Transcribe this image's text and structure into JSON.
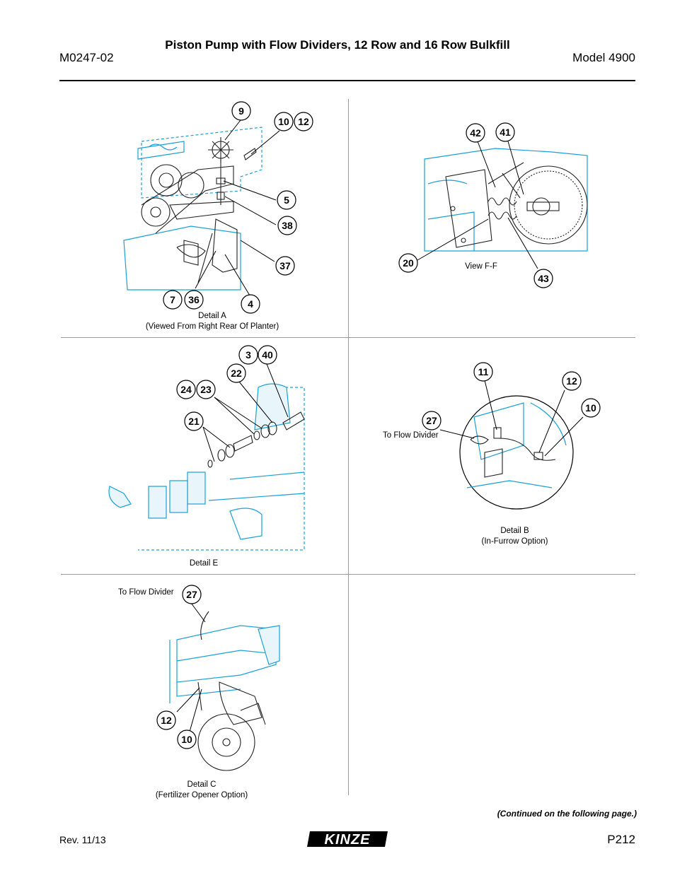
{
  "header": {
    "doc_number": "M0247-02",
    "title": "Piston Pump with Flow Dividers, 12 Row and 16 Row Bulkfill",
    "model": "Model 4900"
  },
  "panels": {
    "detail_a": {
      "caption_line1": "Detail A",
      "caption_line2": "(Viewed From Right Rear Of Planter)",
      "callouts": [
        "9",
        "10",
        "12",
        "5",
        "38",
        "37",
        "7",
        "36",
        "4"
      ]
    },
    "view_ff": {
      "caption_line1": "View F-F",
      "callouts": [
        "42",
        "41",
        "20",
        "43"
      ]
    },
    "detail_e": {
      "caption_line1": "Detail E",
      "callouts": [
        "3",
        "40",
        "22",
        "24",
        "23",
        "21"
      ]
    },
    "detail_b": {
      "caption_line1": "Detail  B",
      "caption_line2": "(In-Furrow Option)",
      "note": "To Flow Divider",
      "callouts": [
        "11",
        "12",
        "10",
        "27"
      ]
    },
    "detail_c": {
      "caption_line1": "Detail C",
      "caption_line2": "(Fertilizer Opener Option)",
      "note": "To Flow Divider",
      "callouts": [
        "27",
        "12",
        "10"
      ]
    }
  },
  "footer": {
    "continued": "(Continued on the following page.)",
    "revision": "Rev. 11/13",
    "logo_text": "KINZE",
    "page_number": "P212"
  }
}
